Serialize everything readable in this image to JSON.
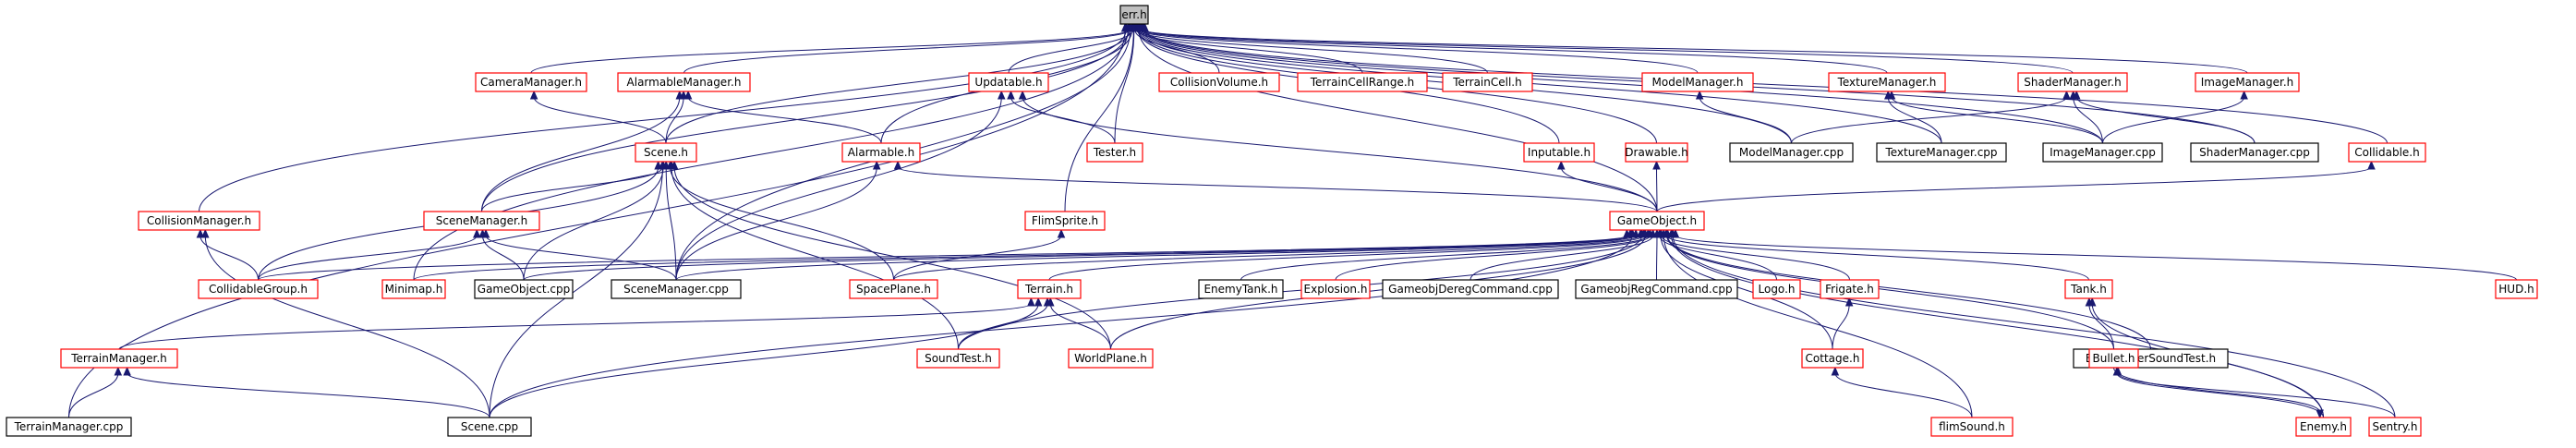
{
  "colors": {
    "edge": "#191970",
    "red_border": "#ff0000",
    "black_border": "#000000",
    "root_fill": "#bfbfbf"
  },
  "nodes": [
    {
      "id": "err",
      "label": "err.h",
      "style": "root"
    },
    {
      "id": "CameraManager",
      "label": "CameraManager.h",
      "style": "red"
    },
    {
      "id": "AlarmableManager",
      "label": "AlarmableManager.h",
      "style": "red"
    },
    {
      "id": "Updatable",
      "label": "Updatable.h",
      "style": "red"
    },
    {
      "id": "CollisionVolume",
      "label": "CollisionVolume.h",
      "style": "red"
    },
    {
      "id": "TerrainCellRange",
      "label": "TerrainCellRange.h",
      "style": "red"
    },
    {
      "id": "TerrainCell",
      "label": "TerrainCell.h",
      "style": "red"
    },
    {
      "id": "ModelManager",
      "label": "ModelManager.h",
      "style": "red"
    },
    {
      "id": "TextureManager",
      "label": "TextureManager.h",
      "style": "red"
    },
    {
      "id": "ShaderManager",
      "label": "ShaderManager.h",
      "style": "red"
    },
    {
      "id": "ImageManager",
      "label": "ImageManager.h",
      "style": "red"
    },
    {
      "id": "Scene",
      "label": "Scene.h",
      "style": "red"
    },
    {
      "id": "Alarmable",
      "label": "Alarmable.h",
      "style": "red"
    },
    {
      "id": "Tester",
      "label": "Tester.h",
      "style": "red"
    },
    {
      "id": "Inputable",
      "label": "Inputable.h",
      "style": "red"
    },
    {
      "id": "Drawable",
      "label": "Drawable.h",
      "style": "red"
    },
    {
      "id": "ModelManagerCpp",
      "label": "ModelManager.cpp",
      "style": "black"
    },
    {
      "id": "TextureManagerCpp",
      "label": "TextureManager.cpp",
      "style": "black"
    },
    {
      "id": "ImageManagerCpp",
      "label": "ImageManager.cpp",
      "style": "black"
    },
    {
      "id": "ShaderManagerCpp",
      "label": "ShaderManager.cpp",
      "style": "black"
    },
    {
      "id": "Collidable",
      "label": "Collidable.h",
      "style": "red"
    },
    {
      "id": "CollisionManager",
      "label": "CollisionManager.h",
      "style": "red"
    },
    {
      "id": "SceneManager",
      "label": "SceneManager.h",
      "style": "red"
    },
    {
      "id": "FlimSprite",
      "label": "FlimSprite.h",
      "style": "red"
    },
    {
      "id": "GameObject",
      "label": "GameObject.h",
      "style": "red"
    },
    {
      "id": "CollidableGroup",
      "label": "CollidableGroup.h",
      "style": "red"
    },
    {
      "id": "Minimap",
      "label": "Minimap.h",
      "style": "red"
    },
    {
      "id": "GameObjectCpp",
      "label": "GameObject.cpp",
      "style": "black"
    },
    {
      "id": "SceneManagerCpp",
      "label": "SceneManager.cpp",
      "style": "black"
    },
    {
      "id": "SpacePlane",
      "label": "SpacePlane.h",
      "style": "red"
    },
    {
      "id": "Terrain",
      "label": "Terrain.h",
      "style": "red"
    },
    {
      "id": "EnemyTank",
      "label": "EnemyTank.h",
      "style": "black"
    },
    {
      "id": "Explosion",
      "label": "Explosion.h",
      "style": "red"
    },
    {
      "id": "GameobjDeregCommand",
      "label": "GameobjDeregCommand.cpp",
      "style": "black"
    },
    {
      "id": "GameobjRegCommand",
      "label": "GameobjRegCommand.cpp",
      "style": "black"
    },
    {
      "id": "Logo",
      "label": "Logo.h",
      "style": "red"
    },
    {
      "id": "Frigate",
      "label": "Frigate.h",
      "style": "red"
    },
    {
      "id": "Tank",
      "label": "Tank.h",
      "style": "red"
    },
    {
      "id": "HUD",
      "label": "HUD.h",
      "style": "red"
    },
    {
      "id": "TerrainManager",
      "label": "TerrainManager.h",
      "style": "red"
    },
    {
      "id": "SoundTest",
      "label": "SoundTest.h",
      "style": "red"
    },
    {
      "id": "WorldPlane",
      "label": "WorldPlane.h",
      "style": "red"
    },
    {
      "id": "Cottage",
      "label": "Cottage.h",
      "style": "red"
    },
    {
      "id": "EngineUserSoundTest",
      "label": "EngineUserSoundTest.h",
      "style": "black"
    },
    {
      "id": "Bullet",
      "label": "Bullet.h",
      "style": "red"
    },
    {
      "id": "TerrainManagerCpp",
      "label": "TerrainManager.cpp",
      "style": "black"
    },
    {
      "id": "SceneCpp",
      "label": "Scene.cpp",
      "style": "black"
    },
    {
      "id": "flimSound",
      "label": "flimSound.h",
      "style": "red"
    },
    {
      "id": "Enemy",
      "label": "Enemy.h",
      "style": "red"
    },
    {
      "id": "Sentry",
      "label": "Sentry.h",
      "style": "red"
    }
  ],
  "edges": [
    [
      "CameraManager",
      "err"
    ],
    [
      "AlarmableManager",
      "err"
    ],
    [
      "Updatable",
      "err"
    ],
    [
      "CollisionVolume",
      "err"
    ],
    [
      "TerrainCellRange",
      "err"
    ],
    [
      "TerrainCell",
      "err"
    ],
    [
      "ModelManager",
      "err"
    ],
    [
      "TextureManager",
      "err"
    ],
    [
      "ShaderManager",
      "err"
    ],
    [
      "ImageManager",
      "err"
    ],
    [
      "Scene",
      "err"
    ],
    [
      "Alarmable",
      "err"
    ],
    [
      "Tester",
      "err"
    ],
    [
      "Inputable",
      "err"
    ],
    [
      "Drawable",
      "err"
    ],
    [
      "ModelManagerCpp",
      "err"
    ],
    [
      "TextureManagerCpp",
      "err"
    ],
    [
      "ImageManagerCpp",
      "err"
    ],
    [
      "ShaderManagerCpp",
      "err"
    ],
    [
      "Collidable",
      "err"
    ],
    [
      "CollisionManager",
      "err"
    ],
    [
      "SceneManager",
      "err"
    ],
    [
      "FlimSprite",
      "err"
    ],
    [
      "GameObject",
      "err"
    ],
    [
      "Minimap",
      "err"
    ],
    [
      "SceneManagerCpp",
      "err"
    ],
    [
      "TerrainManagerCpp",
      "err"
    ],
    [
      "Scene",
      "CameraManager"
    ],
    [
      "Scene",
      "AlarmableManager"
    ],
    [
      "SceneManager",
      "AlarmableManager"
    ],
    [
      "Alarmable",
      "AlarmableManager"
    ],
    [
      "Tester",
      "Updatable"
    ],
    [
      "GameObject",
      "Updatable"
    ],
    [
      "SceneManagerCpp",
      "Updatable"
    ],
    [
      "ModelManagerCpp",
      "ModelManager"
    ],
    [
      "TextureManagerCpp",
      "TextureManager"
    ],
    [
      "ImageManagerCpp",
      "TextureManager"
    ],
    [
      "ModelManagerCpp",
      "ShaderManager"
    ],
    [
      "ImageManagerCpp",
      "ShaderManager"
    ],
    [
      "ShaderManagerCpp",
      "ShaderManager"
    ],
    [
      "ImageManagerCpp",
      "ImageManager"
    ],
    [
      "GameObject",
      "Alarmable"
    ],
    [
      "SceneManagerCpp",
      "Alarmable"
    ],
    [
      "GameObject",
      "Inputable"
    ],
    [
      "GameObject",
      "Drawable"
    ],
    [
      "GameObject",
      "Collidable"
    ],
    [
      "SceneManager",
      "Scene"
    ],
    [
      "CollidableGroup",
      "Scene"
    ],
    [
      "GameObjectCpp",
      "Scene"
    ],
    [
      "SceneManagerCpp",
      "Scene"
    ],
    [
      "SpacePlane",
      "Scene"
    ],
    [
      "SoundTest",
      "Scene"
    ],
    [
      "SceneCpp",
      "Scene"
    ],
    [
      "WorldPlane",
      "Scene"
    ],
    [
      "CollidableGroup",
      "SceneManager"
    ],
    [
      "GameObjectCpp",
      "SceneManager"
    ],
    [
      "SceneManagerCpp",
      "SceneManager"
    ],
    [
      "CollidableGroup",
      "CollisionManager"
    ],
    [
      "SceneCpp",
      "CollisionManager"
    ],
    [
      "SpacePlane",
      "FlimSprite"
    ],
    [
      "CollidableGroup",
      "GameObject"
    ],
    [
      "Minimap",
      "GameObject"
    ],
    [
      "GameObjectCpp",
      "GameObject"
    ],
    [
      "SceneManagerCpp",
      "GameObject"
    ],
    [
      "SpacePlane",
      "GameObject"
    ],
    [
      "Terrain",
      "GameObject"
    ],
    [
      "EnemyTank",
      "GameObject"
    ],
    [
      "Explosion",
      "GameObject"
    ],
    [
      "GameobjDeregCommand",
      "GameObject"
    ],
    [
      "GameobjRegCommand",
      "GameObject"
    ],
    [
      "Logo",
      "GameObject"
    ],
    [
      "Frigate",
      "GameObject"
    ],
    [
      "Tank",
      "GameObject"
    ],
    [
      "HUD",
      "GameObject"
    ],
    [
      "SoundTest",
      "GameObject"
    ],
    [
      "WorldPlane",
      "GameObject"
    ],
    [
      "Cottage",
      "GameObject"
    ],
    [
      "EngineUserSoundTest",
      "GameObject"
    ],
    [
      "Bullet",
      "GameObject"
    ],
    [
      "SceneCpp",
      "GameObject"
    ],
    [
      "flimSound",
      "GameObject"
    ],
    [
      "Enemy",
      "GameObject"
    ],
    [
      "Sentry",
      "GameObject"
    ],
    [
      "TerrainManager",
      "Terrain"
    ],
    [
      "SoundTest",
      "Terrain"
    ],
    [
      "WorldPlane",
      "Terrain"
    ],
    [
      "SceneCpp",
      "Terrain"
    ],
    [
      "TerrainManagerCpp",
      "TerrainManager"
    ],
    [
      "SceneCpp",
      "TerrainManager"
    ],
    [
      "Cottage",
      "Frigate"
    ],
    [
      "flimSound",
      "Cottage"
    ],
    [
      "Bullet",
      "Tank"
    ],
    [
      "Enemy",
      "Tank"
    ],
    [
      "Sentry",
      "Bullet"
    ],
    [
      "Enemy",
      "Bullet"
    ],
    [
      "Bullet",
      "Enemy"
    ]
  ]
}
